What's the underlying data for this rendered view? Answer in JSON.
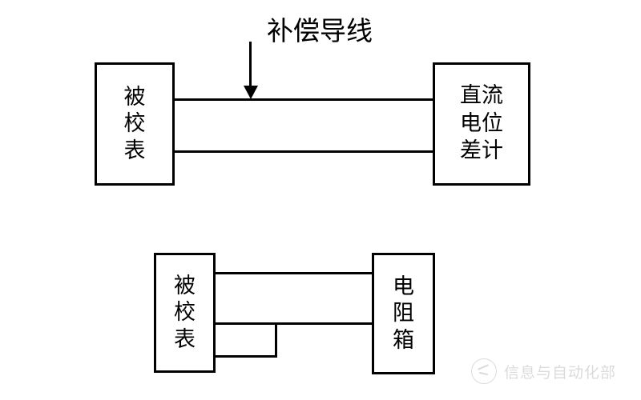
{
  "diagram": {
    "title_annotation": "补偿导线",
    "figures": [
      {
        "id": "figure-top",
        "left_box": {
          "label": "被校表",
          "chars": [
            "被",
            "校",
            "表"
          ]
        },
        "right_box": {
          "label": "直流电位差计",
          "rows": [
            "直流",
            "电位",
            "差计"
          ]
        },
        "wire_count": 2,
        "annotation": "补偿导线"
      },
      {
        "id": "figure-bottom",
        "left_box": {
          "label": "被校表",
          "chars": [
            "被",
            "校",
            "表"
          ]
        },
        "right_box": {
          "label": "电阻箱",
          "chars": [
            "电",
            "阻",
            "箱"
          ]
        },
        "wire_count": 3,
        "has_jumper": true
      }
    ]
  },
  "watermark": {
    "text": "信息与自动化部",
    "logo_name": "circular-logo"
  },
  "colors": {
    "line": "#000000",
    "background": "#ffffff",
    "watermark": "#8a8a8a"
  }
}
